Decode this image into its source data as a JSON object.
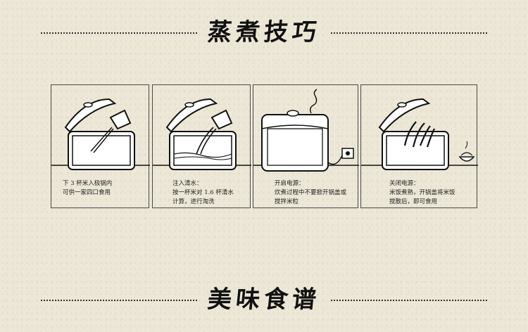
{
  "headers": {
    "top": "蒸煮技巧",
    "bottom": "美味食谱"
  },
  "steps": [
    {
      "caption": "下 3 杯米入极锅内\n可供一家四口食用"
    },
    {
      "caption": "注入清水：\n按一杯米对 1.6 杯清水\n计算，进行淘洗"
    },
    {
      "caption": "开启电源：\n炊煮过程中不要掀开锅盖或\n搅拌米粒"
    },
    {
      "caption": "关闭电源：\n米饭煮熟，开锅盖将米饭\n搅散后，即可食用"
    }
  ],
  "colors": {
    "background": "#ece7d6",
    "ink": "#1a1a1a",
    "pot_fill": "#ffffff"
  },
  "icons": [
    "cooking-pot-icon",
    "cup-icon",
    "rice-grains-icon",
    "water-pour-icon",
    "rice-cooker-icon",
    "steam-icon",
    "power-plug-icon",
    "chopsticks-icon",
    "rice-bowl-icon"
  ]
}
